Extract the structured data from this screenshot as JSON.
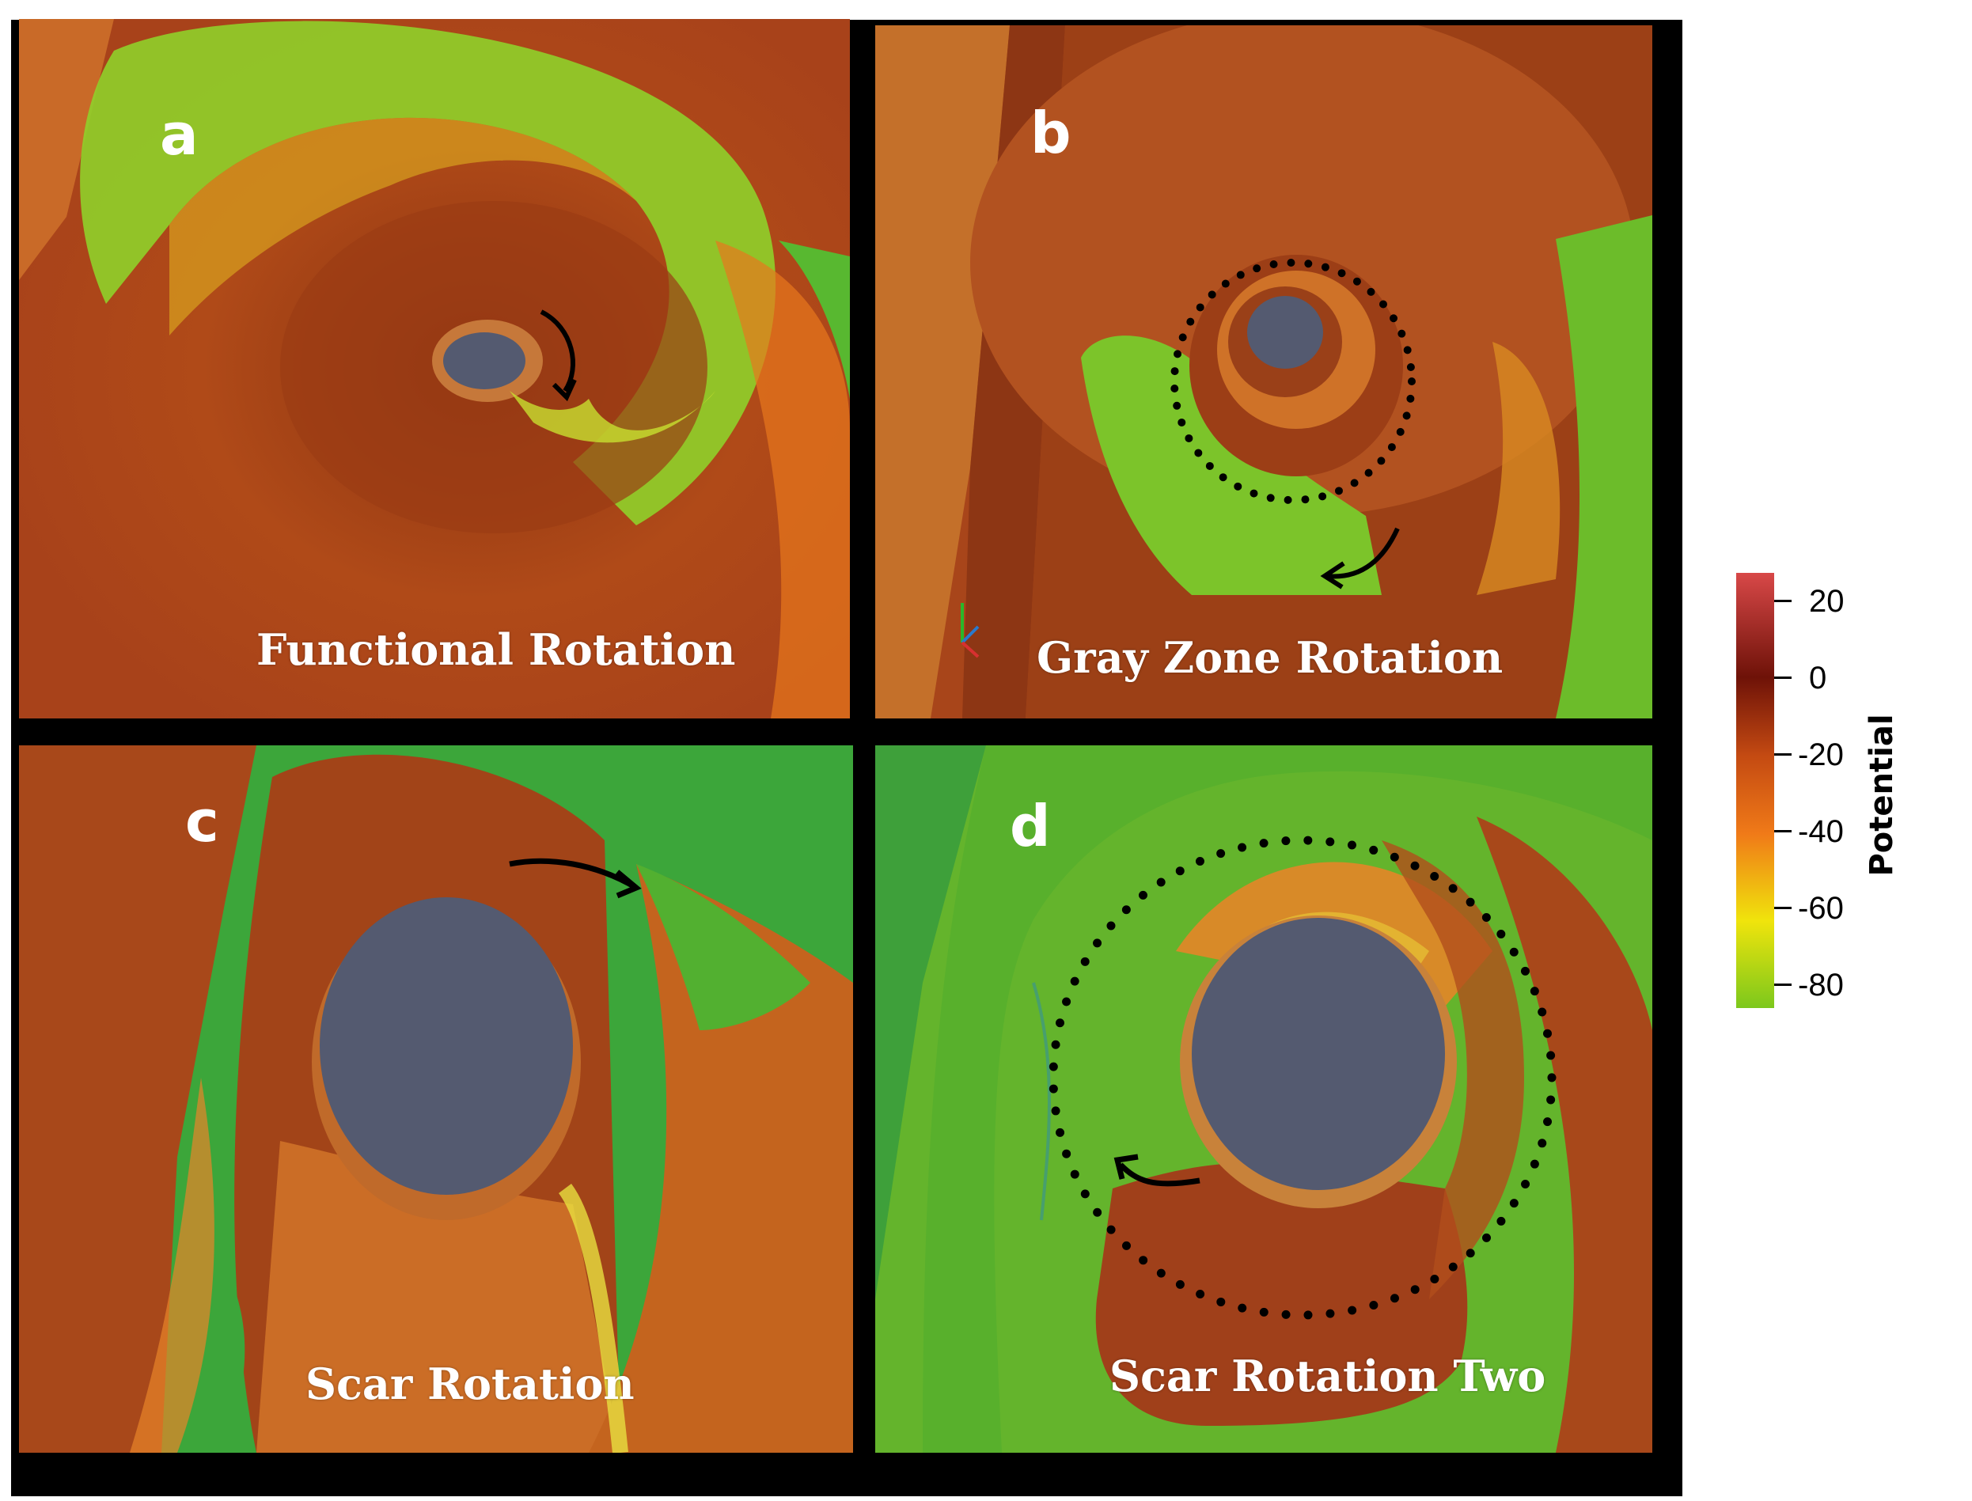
{
  "panels": [
    {
      "letter": "a",
      "caption": "Functional Rotation"
    },
    {
      "letter": "b",
      "caption": "Gray Zone Rotation"
    },
    {
      "letter": "c",
      "caption": "Scar Rotation"
    },
    {
      "letter": "d",
      "caption": "Scar Rotation Two"
    }
  ],
  "colorbar": {
    "title": "Potential",
    "ticks": [
      "20",
      "0",
      "-20",
      "-40",
      "-60",
      "-80"
    ],
    "colors": {
      "top": "#d84848",
      "dark": "#6e1208",
      "mid": "#c44a12",
      "orange": "#f07a18",
      "yellow": "#f0e40c",
      "green": "#7cc81c"
    }
  }
}
